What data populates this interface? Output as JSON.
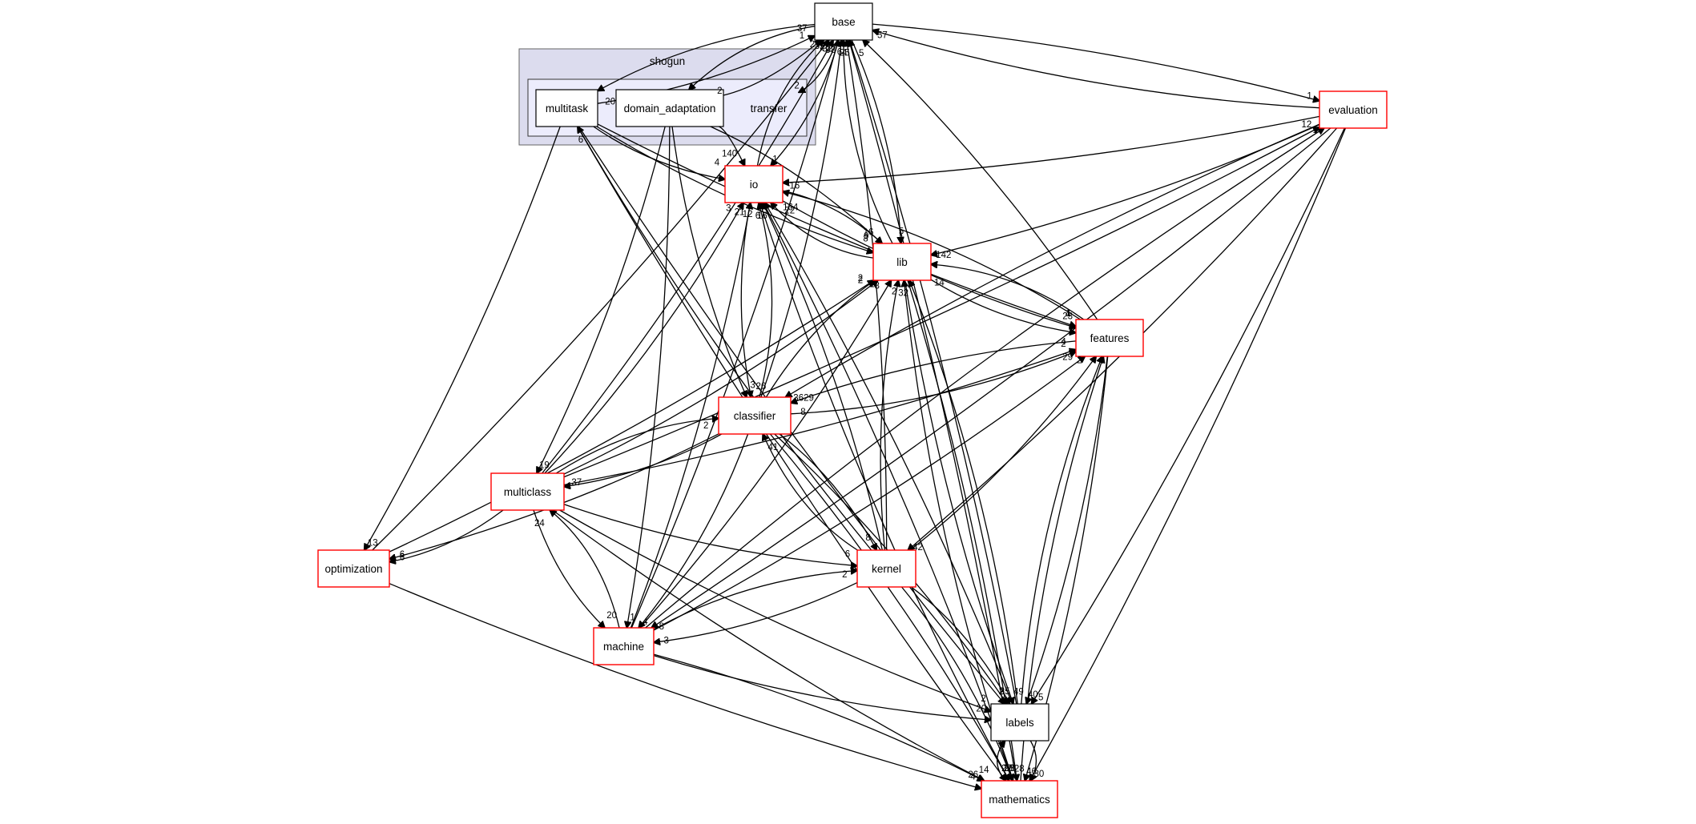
{
  "graph": {
    "cluster_outer_label": "shogun",
    "nodes": [
      {
        "id": "base",
        "label": "base",
        "style": "plain"
      },
      {
        "id": "multitask",
        "label": "multitask",
        "style": "plain"
      },
      {
        "id": "domain_adaptation",
        "label": "domain_adaptation",
        "style": "plain"
      },
      {
        "id": "transfer",
        "label": "transfer",
        "style": "text"
      },
      {
        "id": "evaluation",
        "label": "evaluation",
        "style": "red"
      },
      {
        "id": "io",
        "label": "io",
        "style": "red"
      },
      {
        "id": "lib",
        "label": "lib",
        "style": "red"
      },
      {
        "id": "features",
        "label": "features",
        "style": "red"
      },
      {
        "id": "classifier",
        "label": "classifier",
        "style": "red"
      },
      {
        "id": "multiclass",
        "label": "multiclass",
        "style": "red"
      },
      {
        "id": "optimization",
        "label": "optimization",
        "style": "red"
      },
      {
        "id": "kernel",
        "label": "kernel",
        "style": "red"
      },
      {
        "id": "machine",
        "label": "machine",
        "style": "red"
      },
      {
        "id": "labels",
        "label": "labels",
        "style": "plain"
      },
      {
        "id": "mathematics",
        "label": "mathematics",
        "style": "red"
      }
    ],
    "edges": [
      {
        "from": "multitask",
        "to": "base"
      },
      {
        "from": "multitask",
        "to": "io"
      },
      {
        "from": "multitask",
        "to": "lib"
      },
      {
        "from": "multitask",
        "to": "features"
      },
      {
        "from": "multitask",
        "to": "optimization"
      },
      {
        "from": "multitask",
        "to": "labels"
      },
      {
        "from": "multitask",
        "to": "mathematics"
      },
      {
        "from": "domain_adaptation",
        "to": "base"
      },
      {
        "from": "domain_adaptation",
        "to": "io"
      },
      {
        "from": "domain_adaptation",
        "to": "lib"
      },
      {
        "from": "domain_adaptation",
        "to": "classifier"
      },
      {
        "from": "domain_adaptation",
        "to": "multiclass"
      },
      {
        "from": "domain_adaptation",
        "to": "machine"
      },
      {
        "from": "base",
        "to": "multitask"
      },
      {
        "from": "base",
        "to": "domain_adaptation"
      },
      {
        "from": "base",
        "to": "transfer"
      },
      {
        "from": "base",
        "to": "io"
      },
      {
        "from": "base",
        "to": "lib"
      },
      {
        "from": "base",
        "to": "evaluation"
      },
      {
        "from": "io",
        "to": "base"
      },
      {
        "from": "io",
        "to": "lib"
      },
      {
        "from": "io",
        "to": "classifier"
      },
      {
        "from": "io",
        "to": "features"
      },
      {
        "from": "io",
        "to": "mathematics"
      },
      {
        "from": "lib",
        "to": "base"
      },
      {
        "from": "lib",
        "to": "io"
      },
      {
        "from": "lib",
        "to": "features"
      },
      {
        "from": "lib",
        "to": "labels"
      },
      {
        "from": "lib",
        "to": "mathematics"
      },
      {
        "from": "features",
        "to": "base"
      },
      {
        "from": "features",
        "to": "io"
      },
      {
        "from": "features",
        "to": "lib"
      },
      {
        "from": "features",
        "to": "classifier"
      },
      {
        "from": "features",
        "to": "labels"
      },
      {
        "from": "features",
        "to": "mathematics"
      },
      {
        "from": "evaluation",
        "to": "base"
      },
      {
        "from": "evaluation",
        "to": "io"
      },
      {
        "from": "evaluation",
        "to": "lib"
      },
      {
        "from": "evaluation",
        "to": "classifier"
      },
      {
        "from": "evaluation",
        "to": "kernel"
      },
      {
        "from": "evaluation",
        "to": "machine"
      },
      {
        "from": "evaluation",
        "to": "labels"
      },
      {
        "from": "evaluation",
        "to": "mathematics"
      },
      {
        "from": "classifier",
        "to": "base"
      },
      {
        "from": "classifier",
        "to": "io"
      },
      {
        "from": "classifier",
        "to": "lib"
      },
      {
        "from": "classifier",
        "to": "features"
      },
      {
        "from": "classifier",
        "to": "multiclass"
      },
      {
        "from": "classifier",
        "to": "optimization"
      },
      {
        "from": "classifier",
        "to": "kernel"
      },
      {
        "from": "classifier",
        "to": "machine"
      },
      {
        "from": "classifier",
        "to": "labels"
      },
      {
        "from": "classifier",
        "to": "mathematics"
      },
      {
        "from": "multiclass",
        "to": "base"
      },
      {
        "from": "multiclass",
        "to": "io"
      },
      {
        "from": "multiclass",
        "to": "lib"
      },
      {
        "from": "multiclass",
        "to": "features"
      },
      {
        "from": "multiclass",
        "to": "classifier"
      },
      {
        "from": "multiclass",
        "to": "evaluation"
      },
      {
        "from": "multiclass",
        "to": "optimization"
      },
      {
        "from": "multiclass",
        "to": "kernel"
      },
      {
        "from": "multiclass",
        "to": "machine"
      },
      {
        "from": "multiclass",
        "to": "labels"
      },
      {
        "from": "multiclass",
        "to": "mathematics"
      },
      {
        "from": "optimization",
        "to": "base"
      },
      {
        "from": "optimization",
        "to": "lib"
      },
      {
        "from": "optimization",
        "to": "mathematics"
      },
      {
        "from": "kernel",
        "to": "base"
      },
      {
        "from": "kernel",
        "to": "io"
      },
      {
        "from": "kernel",
        "to": "lib"
      },
      {
        "from": "kernel",
        "to": "features"
      },
      {
        "from": "kernel",
        "to": "classifier"
      },
      {
        "from": "kernel",
        "to": "multitask"
      },
      {
        "from": "kernel",
        "to": "machine"
      },
      {
        "from": "kernel",
        "to": "labels"
      },
      {
        "from": "kernel",
        "to": "mathematics"
      },
      {
        "from": "machine",
        "to": "base"
      },
      {
        "from": "machine",
        "to": "io"
      },
      {
        "from": "machine",
        "to": "lib"
      },
      {
        "from": "machine",
        "to": "features"
      },
      {
        "from": "machine",
        "to": "multiclass"
      },
      {
        "from": "machine",
        "to": "kernel"
      },
      {
        "from": "machine",
        "to": "evaluation"
      },
      {
        "from": "machine",
        "to": "labels"
      },
      {
        "from": "machine",
        "to": "mathematics"
      },
      {
        "from": "labels",
        "to": "base"
      },
      {
        "from": "labels",
        "to": "io"
      },
      {
        "from": "labels",
        "to": "lib"
      },
      {
        "from": "labels",
        "to": "features"
      },
      {
        "from": "labels",
        "to": "mathematics"
      },
      {
        "from": "mathematics",
        "to": "base"
      },
      {
        "from": "mathematics",
        "to": "io"
      },
      {
        "from": "mathematics",
        "to": "lib"
      },
      {
        "from": "mathematics",
        "to": "features"
      },
      {
        "from": "mathematics",
        "to": "labels"
      }
    ],
    "edge_labels": [
      "37",
      "4",
      "8",
      "4",
      "13",
      "25",
      "22",
      "1",
      "140",
      "16",
      "3",
      "19",
      "1",
      "20",
      "2",
      "2",
      "1",
      "5",
      "1",
      "2",
      "9",
      "26",
      "1",
      "8",
      "4",
      "22",
      "23",
      "49",
      "28",
      "5",
      "164",
      "14",
      "8",
      "40",
      "46",
      "57",
      "16",
      "142",
      "3629",
      "42",
      "8",
      "5",
      "30",
      "98",
      "12",
      "1",
      "4",
      "37",
      "6",
      "8",
      "4",
      "2",
      "1",
      "32",
      "3",
      "2",
      "2",
      "2",
      "12",
      "6",
      "6",
      "20",
      "2",
      "14",
      "29",
      "2",
      "4",
      "6",
      "6",
      "2",
      "2",
      "41",
      "6",
      "3",
      "2",
      "28",
      "32",
      "21",
      "8",
      "29",
      "24",
      "2",
      "1",
      "20",
      "26",
      "25",
      "16",
      "32"
    ]
  }
}
